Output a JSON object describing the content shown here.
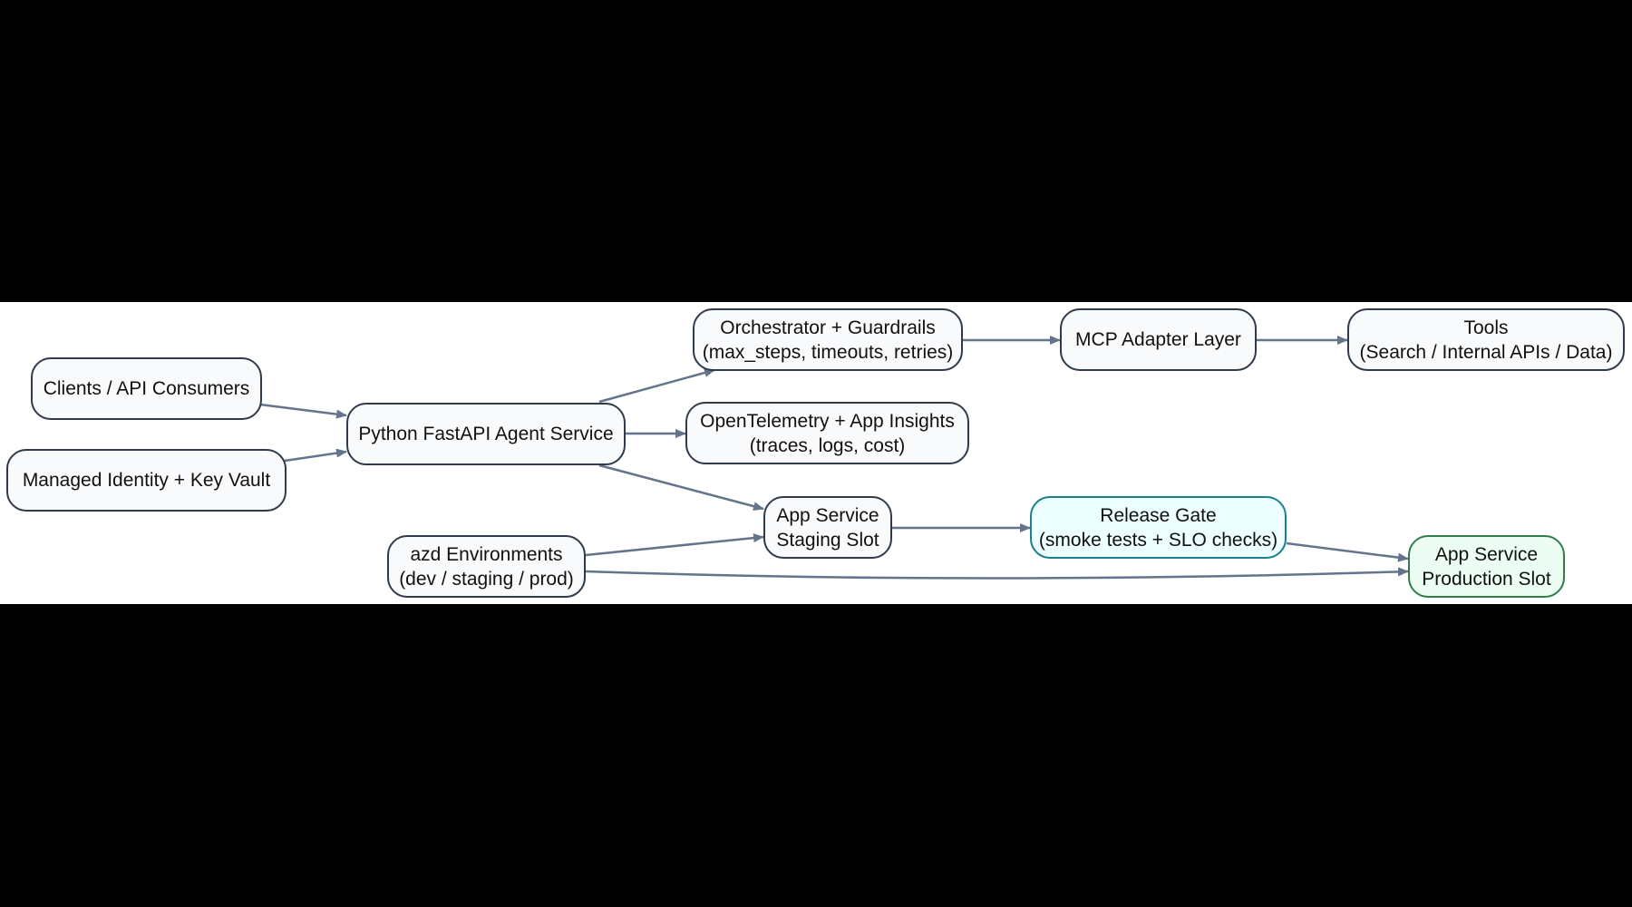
{
  "diagram": {
    "nodes": {
      "clients": "Clients / API Consumers",
      "identity": "Managed Identity + Key Vault",
      "fastapi": "Python FastAPI Agent Service",
      "orchestrator": "Orchestrator + Guardrails\n(max_steps, timeouts, retries)",
      "mcp": "MCP Adapter Layer",
      "tools": "Tools\n(Search / Internal APIs / Data)",
      "otel": "OpenTelemetry + App Insights\n(traces, logs, cost)",
      "staging": "App Service\nStaging Slot",
      "gate": "Release Gate\n(smoke tests + SLO checks)",
      "azd": "azd Environments\n(dev / staging / prod)",
      "production": "App Service\nProduction Slot"
    },
    "edges": [
      {
        "from": "clients",
        "to": "fastapi"
      },
      {
        "from": "identity",
        "to": "fastapi"
      },
      {
        "from": "fastapi",
        "to": "orchestrator"
      },
      {
        "from": "fastapi",
        "to": "otel"
      },
      {
        "from": "fastapi",
        "to": "staging"
      },
      {
        "from": "orchestrator",
        "to": "mcp"
      },
      {
        "from": "mcp",
        "to": "tools"
      },
      {
        "from": "azd",
        "to": "staging"
      },
      {
        "from": "azd",
        "to": "production"
      },
      {
        "from": "staging",
        "to": "gate"
      },
      {
        "from": "gate",
        "to": "production"
      }
    ],
    "colors": {
      "edge": "#64748b",
      "node_fill": "#f8fafc",
      "node_border": "#2f3a4a",
      "gate_fill": "#ecfeff",
      "production_fill": "#ecfdf3"
    }
  }
}
